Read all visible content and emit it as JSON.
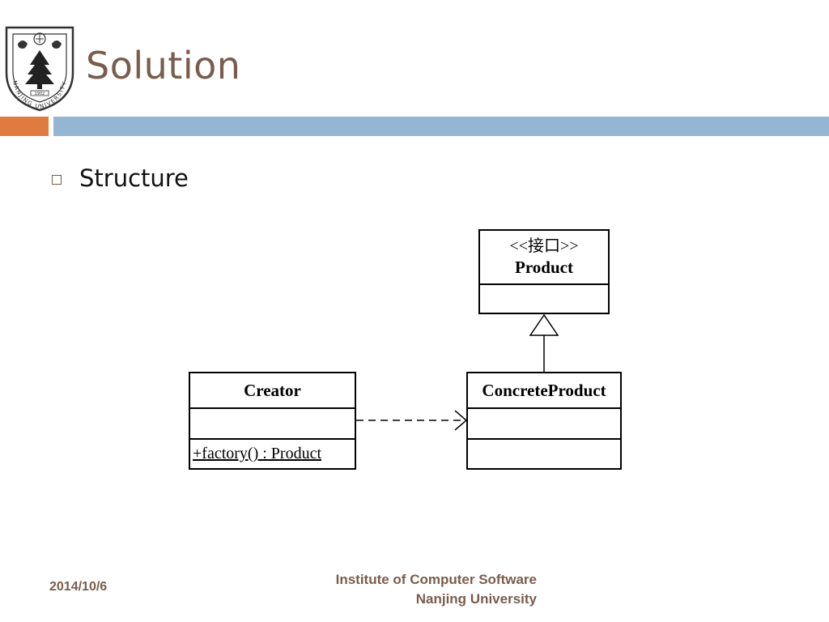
{
  "slide": {
    "title": "Solution",
    "bullet": "Structure"
  },
  "logo": {
    "ring_text": "NANJING UNIVERSITY",
    "year": "1902"
  },
  "diagram": {
    "product": {
      "stereotype": "<<接口>>",
      "name": "Product"
    },
    "creator": {
      "name": "Creator",
      "method": "+factory() : Product"
    },
    "concrete_product": {
      "name": "ConcreteProduct"
    },
    "relations": [
      {
        "from": "ConcreteProduct",
        "to": "Product",
        "kind": "realization"
      },
      {
        "from": "Creator",
        "to": "ConcreteProduct",
        "kind": "dependency"
      }
    ]
  },
  "footer": {
    "date": "2014/10/6",
    "institute_line1": "Institute of Computer Software",
    "institute_line2": "Nanjing University"
  },
  "colors": {
    "title": "#7a5c4c",
    "accent_orange": "#e07b3f",
    "accent_blue": "#94b6d2"
  }
}
